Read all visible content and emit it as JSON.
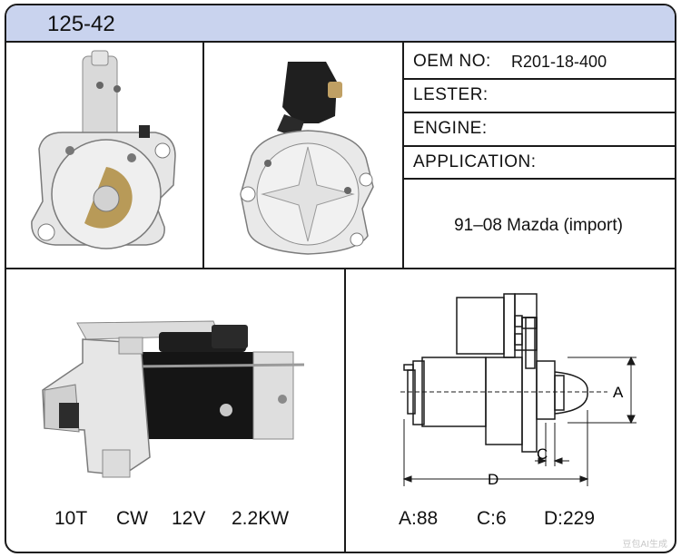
{
  "header": {
    "model": "125-42"
  },
  "specs": {
    "oem_label": "OEM NO:",
    "oem_value": "R201-18-400",
    "lester_label": "LESTER:",
    "engine_label": "ENGINE:",
    "application_label": "APPLICATION:",
    "application_value": "91–08 Mazda (import)"
  },
  "electrical": {
    "teeth": "10T",
    "rotation": "CW",
    "voltage": "12V",
    "power": "2.2KW"
  },
  "dimensions": {
    "label_a": "A",
    "label_c": "C",
    "label_d": "D",
    "a_value": "A:88",
    "c_value": "C:6",
    "d_value": "D:229"
  },
  "watermark": "豆包AI生成"
}
